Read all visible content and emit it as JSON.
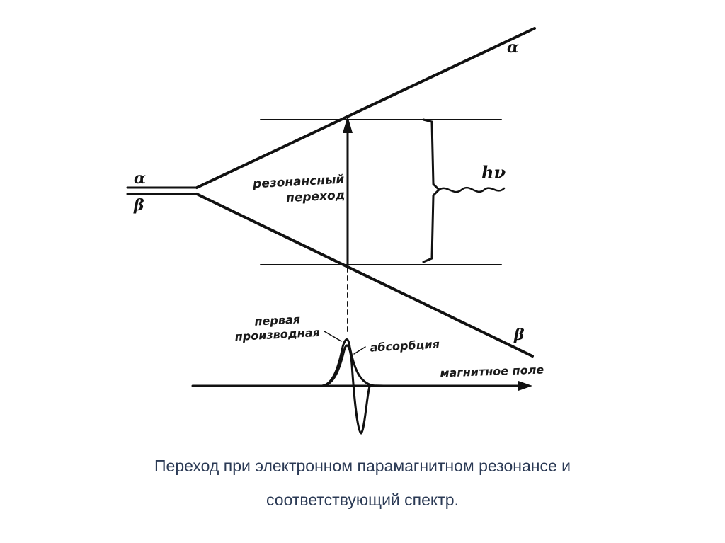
{
  "diagram": {
    "labels": {
      "alpha_left": "α",
      "beta_left": "β",
      "alpha_right": "α",
      "beta_right": "β",
      "resonant_transition_line1": "резонансный",
      "resonant_transition_line2": "переход",
      "photon_energy": "hν",
      "first_derivative_line1": "первая",
      "first_derivative_line2": "производная",
      "absorption": "абсорбция",
      "magnetic_field": "магнитное поле"
    },
    "line_color": "#111111"
  },
  "caption": {
    "line1": "Переход при электронном парамагнитном резонансе и",
    "line2": "соответствующий спектр.",
    "color": "#2b3a55"
  }
}
